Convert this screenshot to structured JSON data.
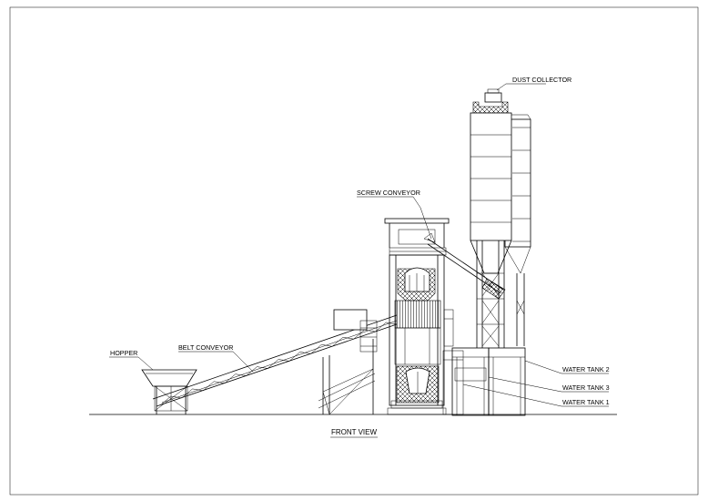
{
  "drawing": {
    "view_title": "FRONT VIEW",
    "labels": {
      "dust_collector": "DUST COLLECTOR",
      "screw_conveyor": "SCREW CONVEYOR",
      "hopper": "HOPPER",
      "belt_conveyor": "BELT CONVEYOR",
      "water_tank_2": "WATER TANK 2",
      "water_tank_3": "WATER TANK 3",
      "water_tank_1": "WATER TANK 1"
    }
  }
}
